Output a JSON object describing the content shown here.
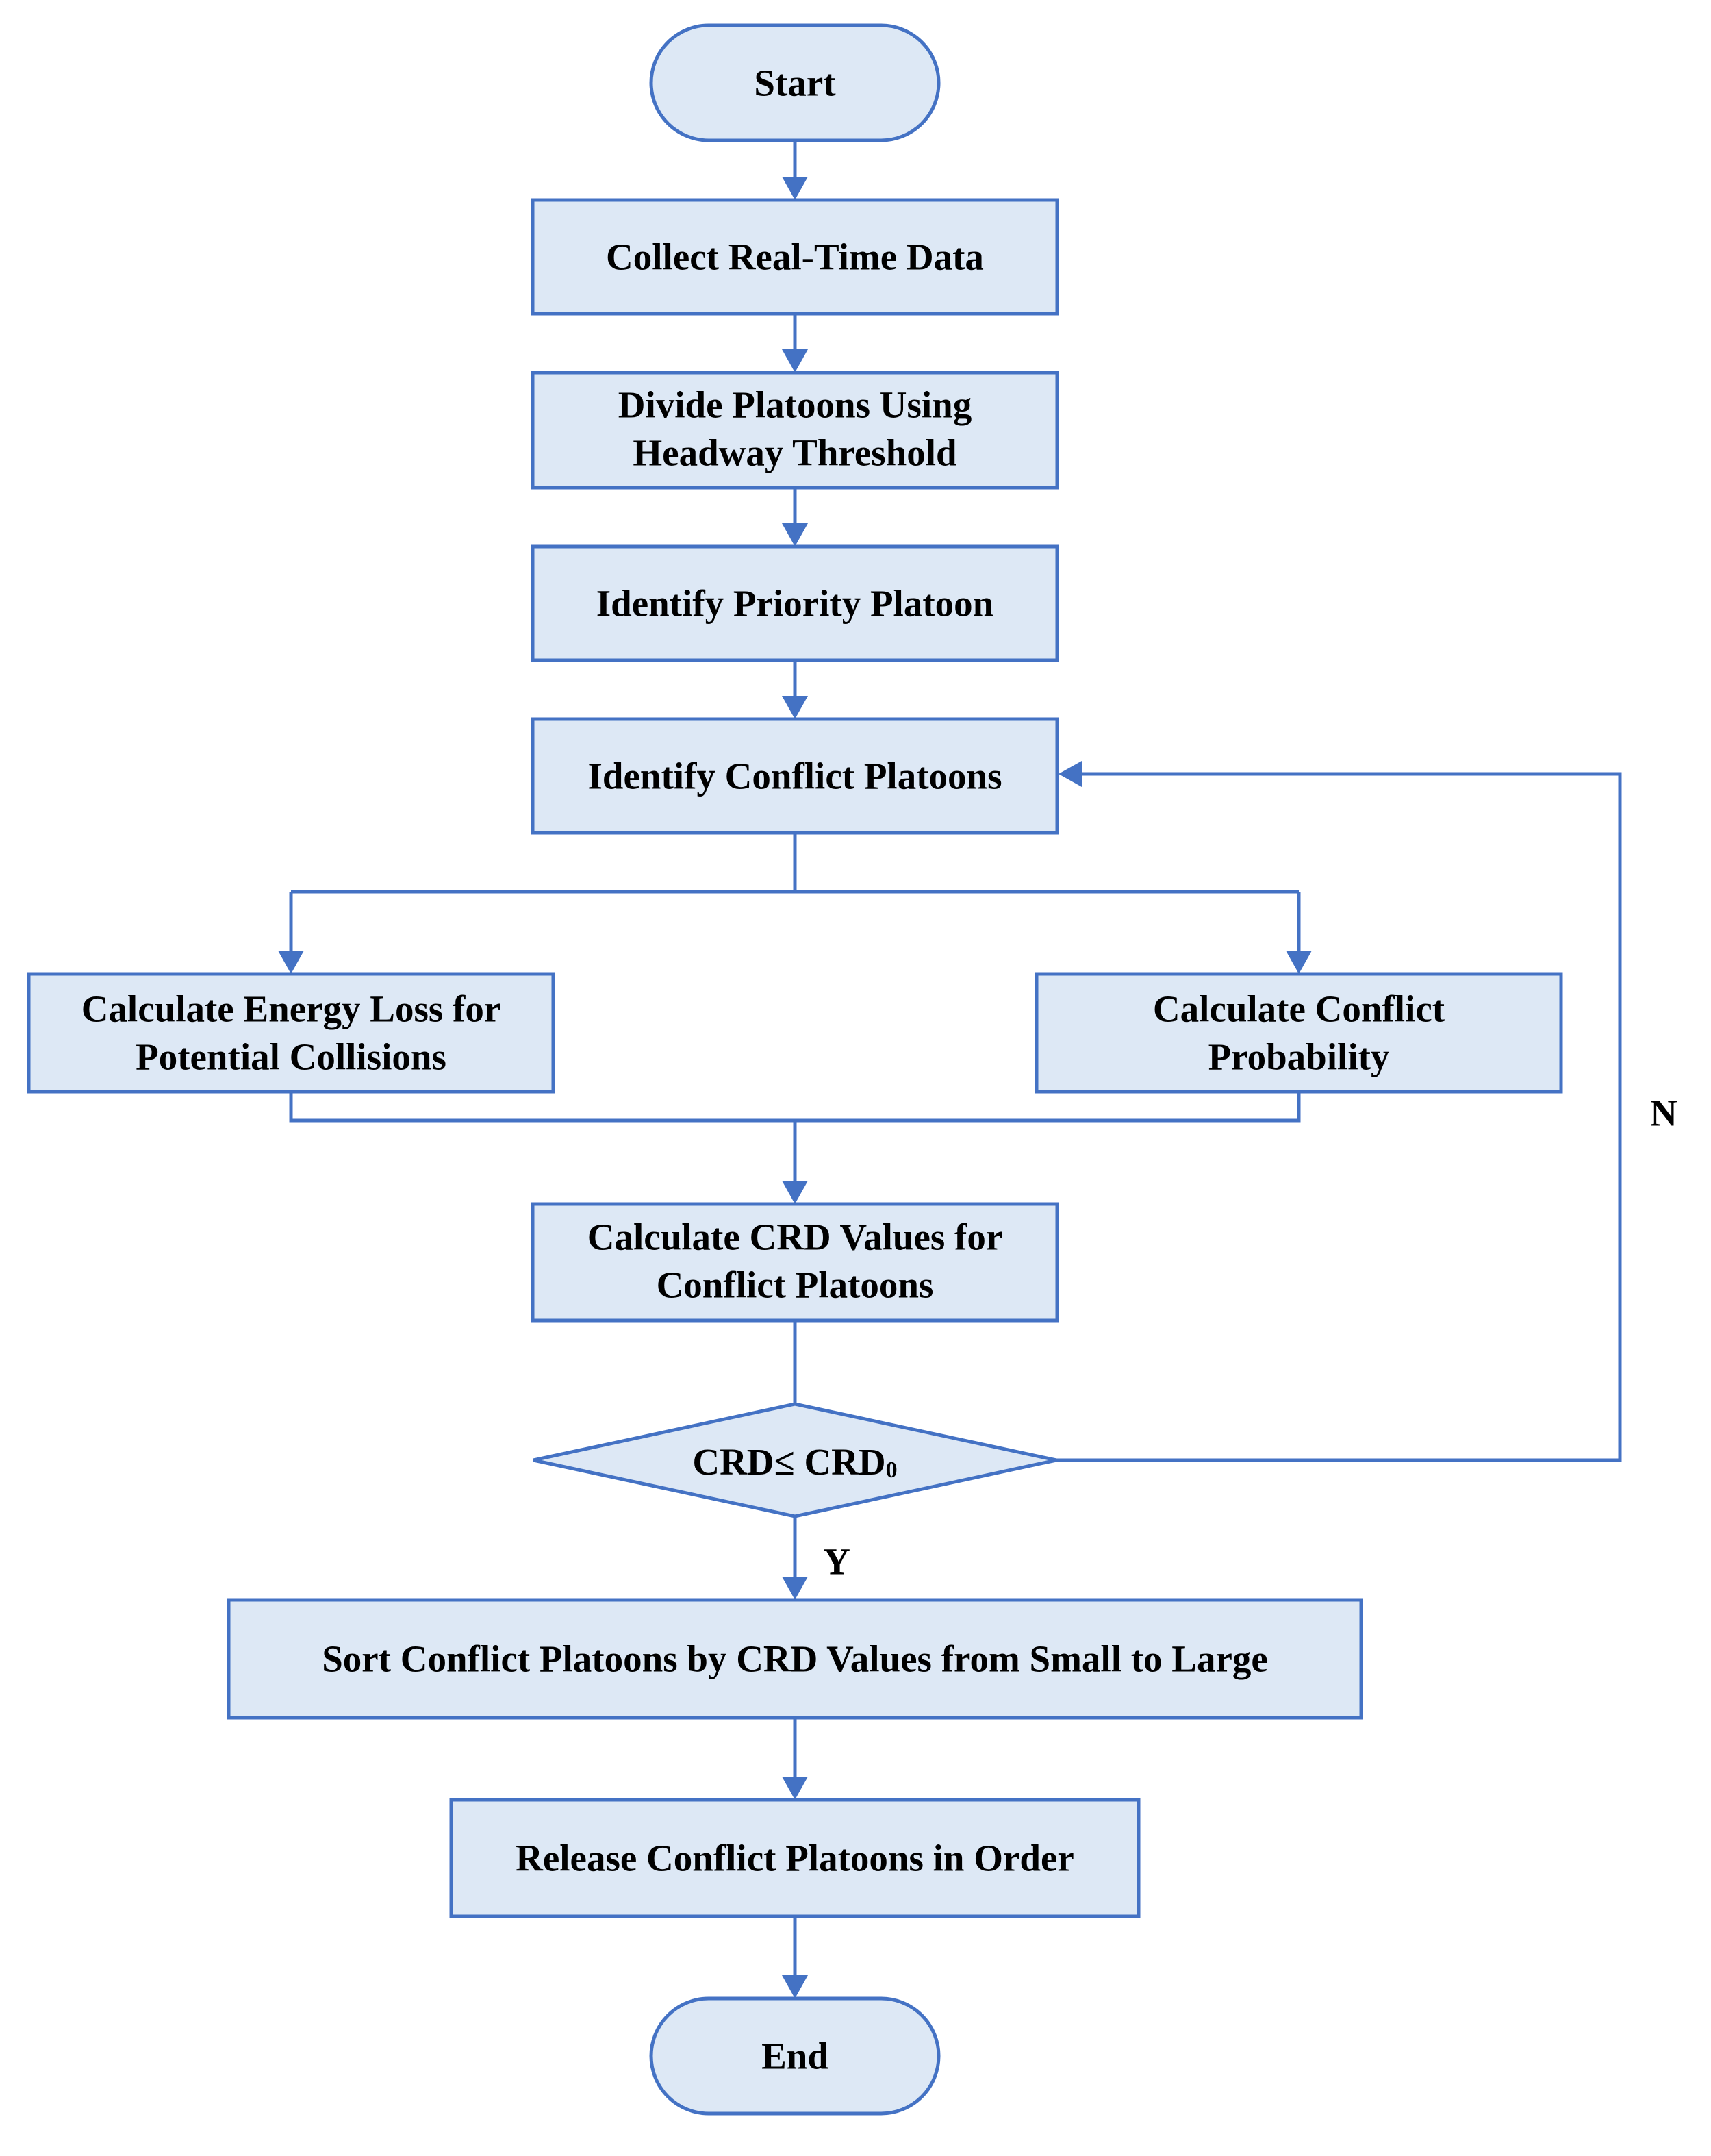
{
  "nodes": {
    "start": "Start",
    "collect": "Collect Real-Time Data",
    "divide": [
      "Divide Platoons Using",
      "Headway Threshold"
    ],
    "identify_priority": "Identify Priority Platoon",
    "identify_conflict": "Identify Conflict Platoons",
    "energy_loss": [
      "Calculate Energy Loss for",
      "Potential Collisions"
    ],
    "conflict_prob": [
      "Calculate Conflict",
      "Probability"
    ],
    "crd_values": [
      "Calculate CRD Values for",
      "Conflict Platoons"
    ],
    "decision": {
      "main": "CRD≤ CRD",
      "subscript": "0"
    },
    "sort": "Sort Conflict Platoons by CRD Values from Small to Large",
    "release": "Release Conflict Platoons in Order",
    "end": "End"
  },
  "edge_labels": {
    "yes": "Y",
    "no": "N"
  },
  "colors": {
    "box_fill": "#dde8f5",
    "stroke": "#4472c4",
    "text": "#000000"
  }
}
